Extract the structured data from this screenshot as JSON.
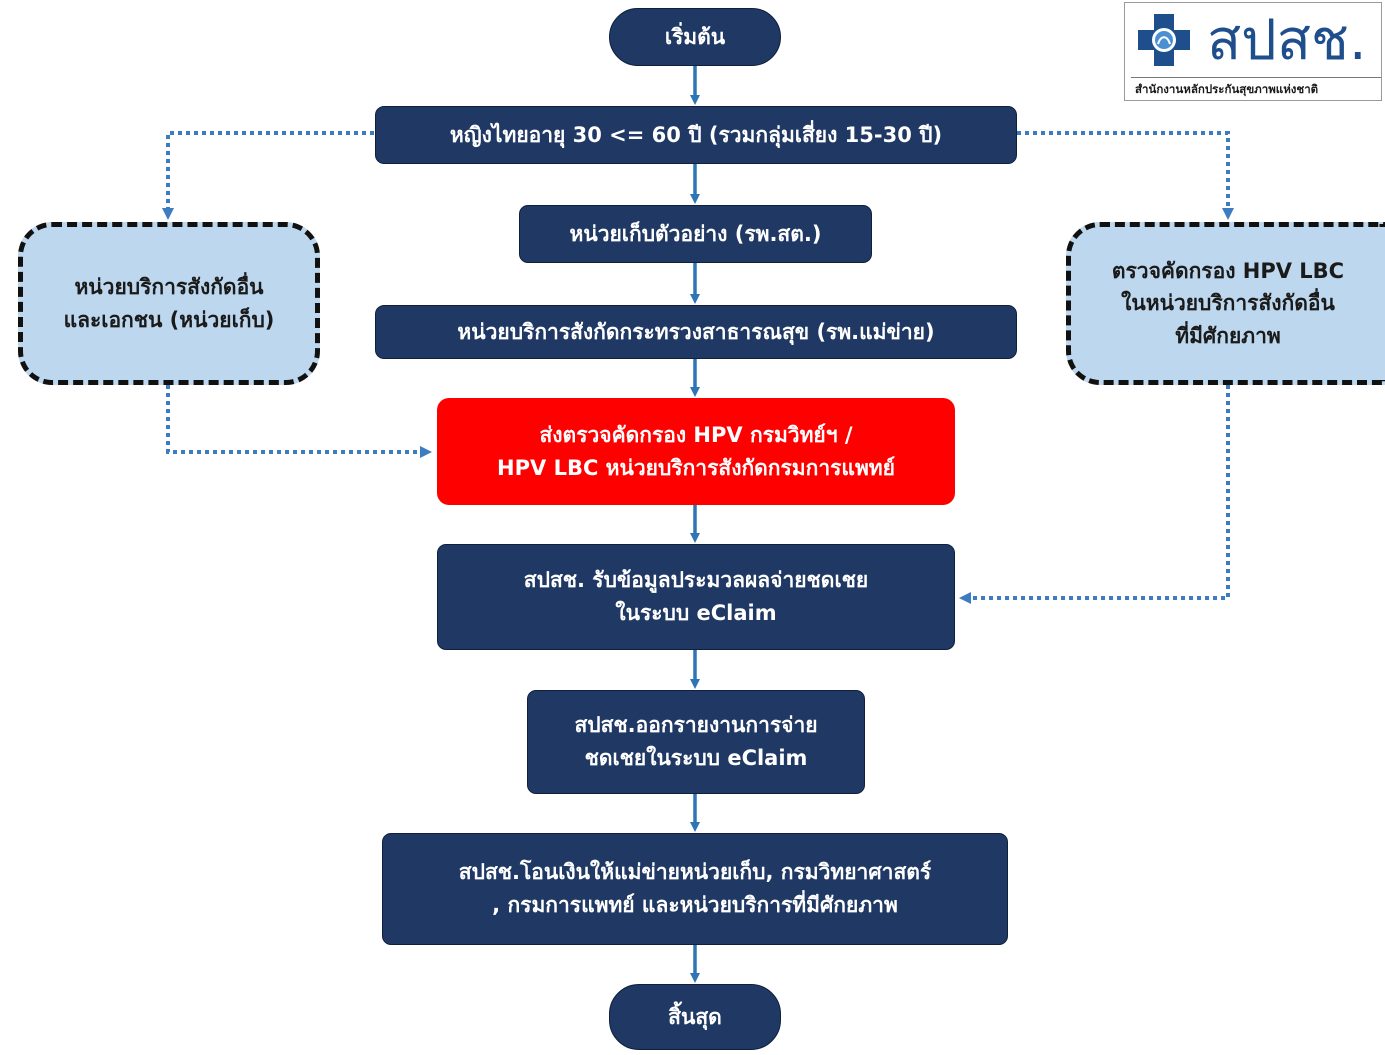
{
  "logo": {
    "name": "สปสช.",
    "subtitle": "สำนักงานหลักประกันสุขภาพแห่งชาติ"
  },
  "nodes": {
    "start": "เริ่มต้น",
    "target_group": "หญิงไทยอายุ 30 <= 60 ปี (รวมกลุ่มเสี่ยง 15-30 ปี)",
    "collection_unit": "หน่วยเก็บตัวอย่าง (รพ.สต.)",
    "moph_unit": "หน่วยบริการสังกัดกระทรวงสาธารณสุข (รพ.แม่ข่าย)",
    "send_screening": {
      "line1": "ส่งตรวจคัดกรอง HPV กรมวิทย์ฯ /",
      "line2": "HPV LBC หน่วยบริการสังกัดกรมการแพทย์"
    },
    "nhso_receive": {
      "line1": "สปสช. รับข้อมูลประมวลผลจ่ายชดเชย",
      "line2": "ในระบบ eClaim"
    },
    "nhso_report": {
      "line1": "สปสช.ออกรายงานการจ่าย",
      "line2": "ชดเชยในระบบ eClaim"
    },
    "nhso_transfer": {
      "line1": "สปสช.โอนเงินให้แม่ข่ายหน่วยเก็บ, กรมวิทยาศาสตร์",
      "line2": ", กรมการแพทย์ และหน่วยบริการที่มีศักยภาพ"
    },
    "end": "สิ้นสุด",
    "other_units": {
      "line1": "หน่วยบริการสังกัดอื่น",
      "line2": "และเอกชน (หน่วยเก็บ)"
    },
    "hpv_lbc_other": {
      "line1": "ตรวจคัดกรอง HPV LBC",
      "line2": "ในหน่วยบริการสังกัดอื่น",
      "line3": "ที่มีศักยภาพ"
    }
  },
  "colors": {
    "navy": "#1f3864",
    "red": "#ff0000",
    "light_blue": "#bdd7ee",
    "arrow_blue": "#2e75b6",
    "logo_blue": "#1f4e8c"
  }
}
